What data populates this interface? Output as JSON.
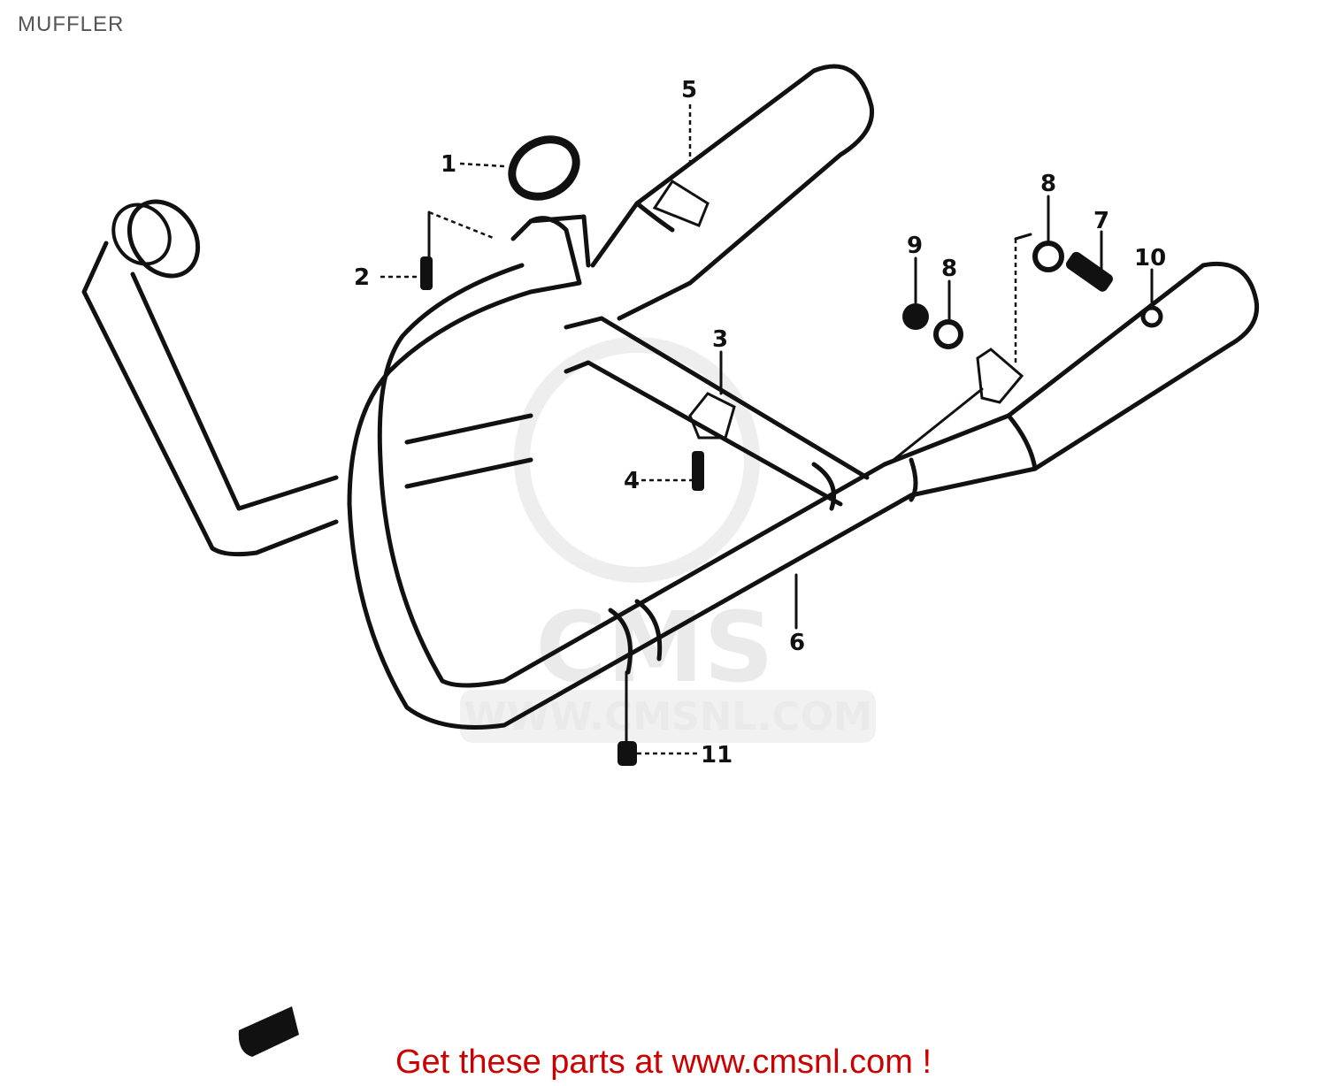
{
  "header": {
    "title": "MUFFLER"
  },
  "watermark": {
    "brand": "CMS",
    "url": "WWW.CMSNL.COM"
  },
  "parts": [
    {
      "ref": "1"
    },
    {
      "ref": "2"
    },
    {
      "ref": "3"
    },
    {
      "ref": "4"
    },
    {
      "ref": "5"
    },
    {
      "ref": "6"
    },
    {
      "ref": "7"
    },
    {
      "ref": "8"
    },
    {
      "ref": "8"
    },
    {
      "ref": "9"
    },
    {
      "ref": "10"
    },
    {
      "ref": "11"
    }
  ],
  "footer": {
    "link_text": "Get these parts at www.cmsnl.com !"
  }
}
